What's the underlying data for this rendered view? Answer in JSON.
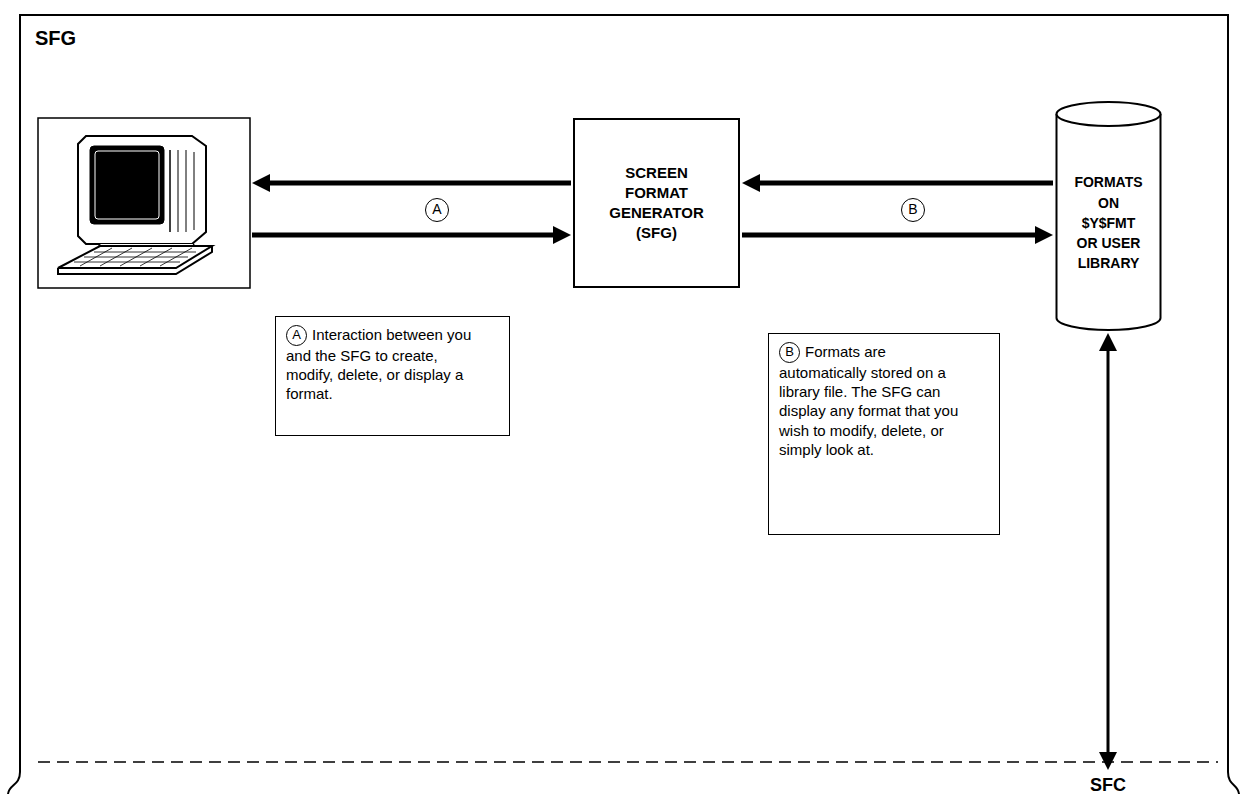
{
  "diagram": {
    "nodes": [
      {
        "text": [
          "SFG"
        ]
      },
      {
        "text": [
          "SCREEN FORMAT GENERATOR (SFG)"
        ],
        "in": 0
      },
      {
        "text": [
          "FORMATS ON $Y$FMT OR USER LIBRARY"
        ],
        "in": 0
      },
      {
        "text": [
          "A",
          "Interaction between you and the SFG to create, modify, delete, or display a format."
        ],
        "in": 0
      },
      {
        "text": [
          "B",
          "Formats are automatically stored on a library file. The SFG can display any format that you wish to modify, delete, or simply look at."
        ],
        "in": 0
      }
    ],
    "edges": [
      {
        "from": 2,
        "to": 1,
        "arrow": "to"
      },
      {
        "from": 1,
        "to": 2,
        "arrow": "to"
      }
    ],
    "labels": [
      "A",
      "B",
      "SFC"
    ]
  }
}
